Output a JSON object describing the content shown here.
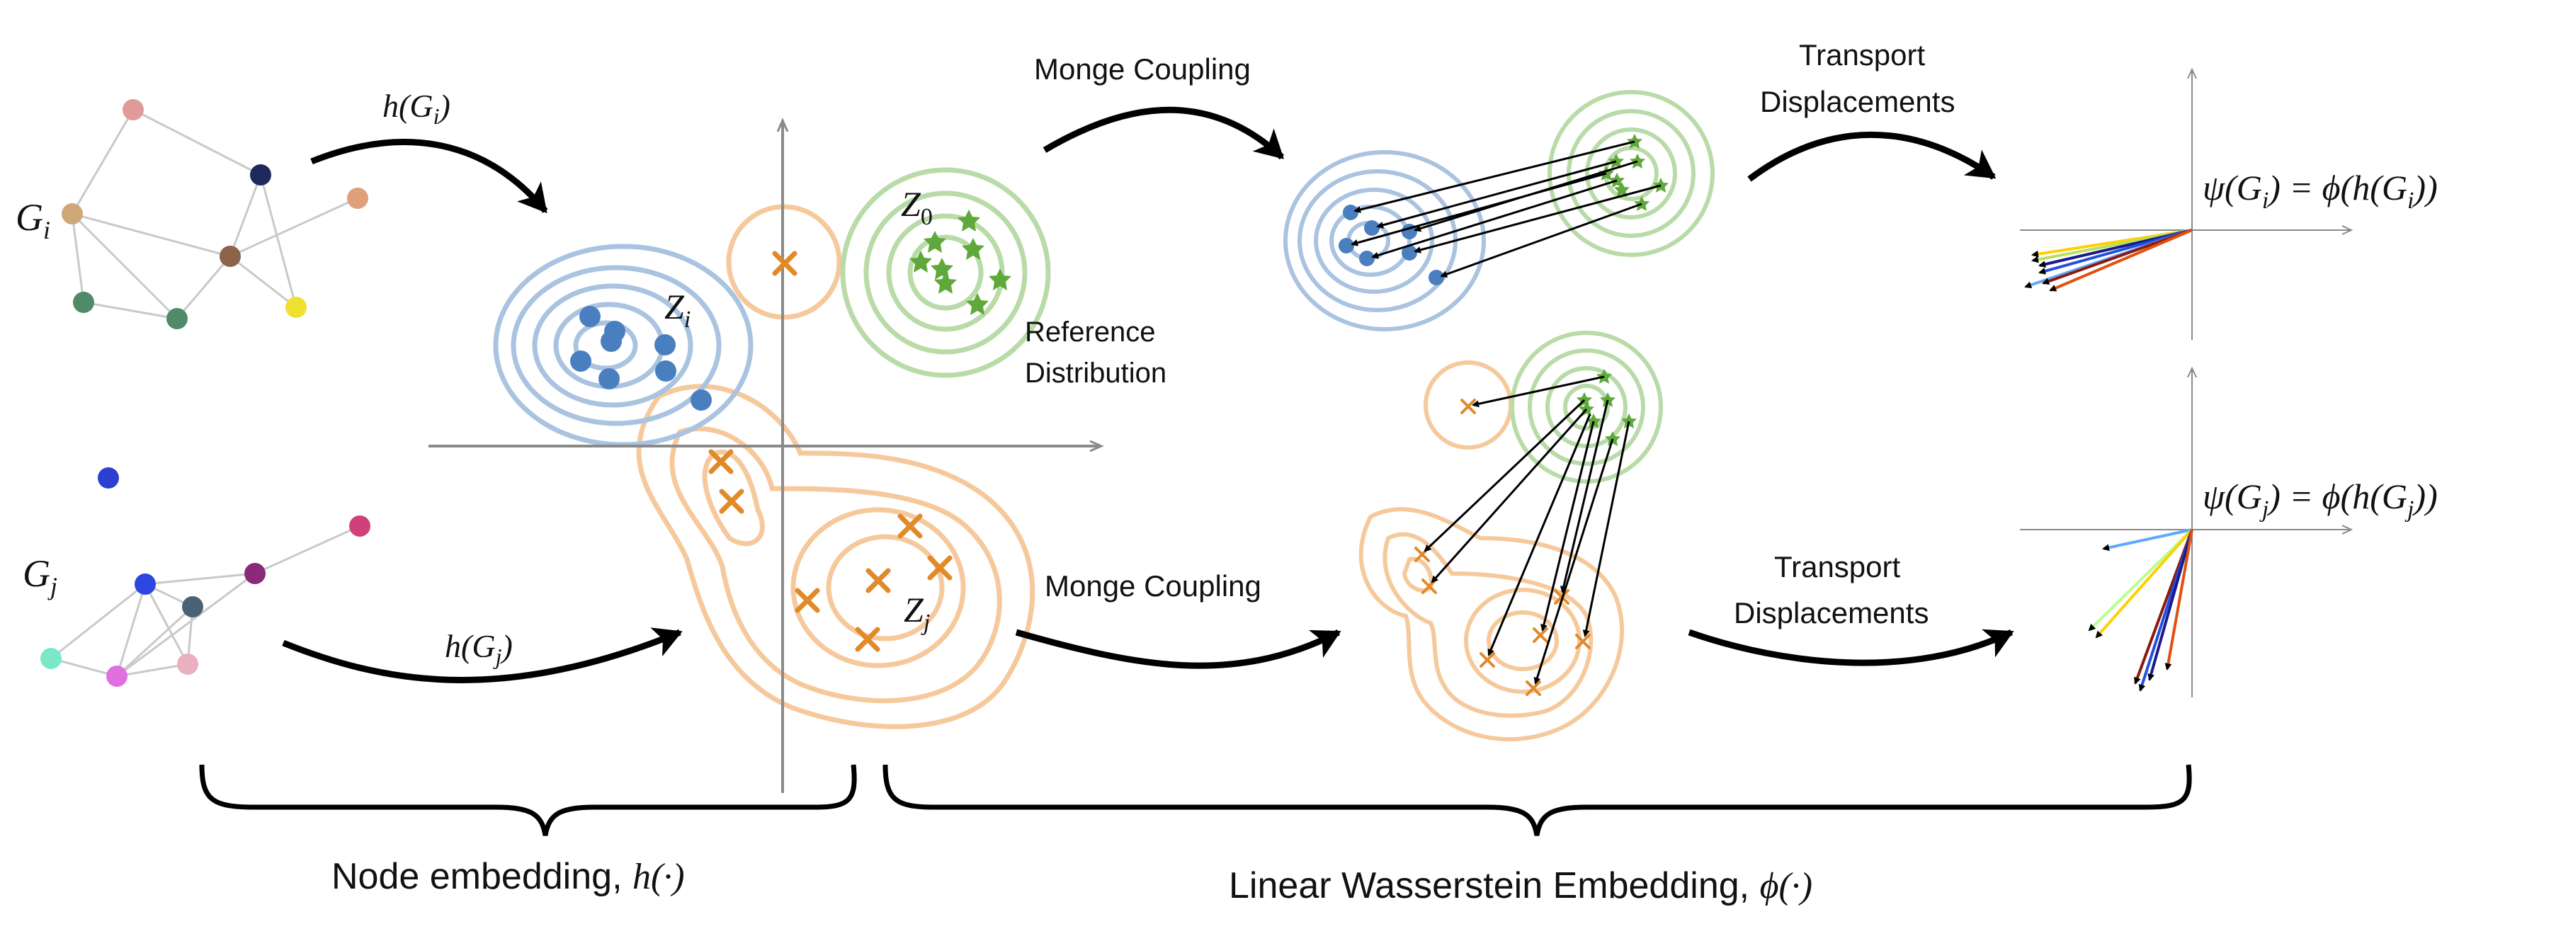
{
  "graphs": {
    "gi": {
      "label_main": "G",
      "label_sub": "i"
    },
    "gj": {
      "label_main": "G",
      "label_sub": "j"
    }
  },
  "node_embedding": {
    "arrow_i": {
      "prefix": "h(",
      "var": "G",
      "sub": "i",
      "suffix": ")"
    },
    "arrow_j": {
      "prefix": "h(",
      "var": "G",
      "sub": "j",
      "suffix": ")"
    },
    "zi": {
      "main": "Z",
      "sub": "i"
    },
    "zj": {
      "main": "Z",
      "sub": "j"
    },
    "z0": {
      "main": "Z",
      "sub": "0"
    },
    "reference_line1": "Reference",
    "reference_line2": "Distribution"
  },
  "coupling": {
    "top_label": "Monge Coupling",
    "bottom_label": "Monge Coupling"
  },
  "displacement": {
    "top_line1": "Transport",
    "top_line2": "Displacements",
    "bottom_line1": "Transport",
    "bottom_line2": "Displacements"
  },
  "embedding_eq": {
    "top": {
      "lhs": "ψ(",
      "var": "G",
      "sub": "i",
      "mid": ") = ϕ(h(",
      "end": "))"
    },
    "bottom": {
      "lhs": "ψ(",
      "var": "G",
      "sub": "j",
      "mid": ") = ϕ(h(",
      "end": "))"
    }
  },
  "braces": {
    "left_label": "Node embedding, ",
    "left_fn": "h(·)",
    "right_label": "Linear Wasserstein Embedding, ",
    "right_fn": "ϕ(·)"
  },
  "colors": {
    "blue": "#4a7fbf",
    "blue_contour": "#a9c3e0",
    "green": "#5fa83b",
    "green_contour": "#b8dba7",
    "orange": "#e08a2a",
    "orange_contour": "#f6c99c",
    "edge": "#c9c9c9",
    "axis": "#8a8a8a"
  }
}
